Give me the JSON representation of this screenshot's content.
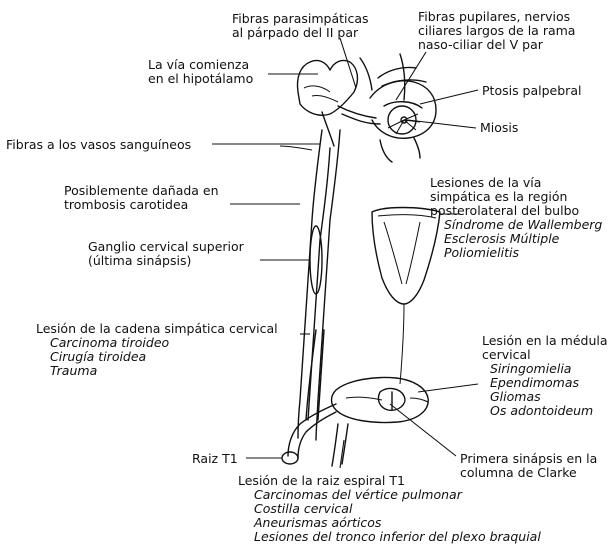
{
  "labels": {
    "parasimpaticas": [
      "Fibras parasimpáticas",
      "al párpado del II par"
    ],
    "pupilares": [
      "Fibras pupilares, nervios",
      "ciliares largos de la rama",
      "naso-ciliar del V par"
    ],
    "hipotalamo": [
      "La vía comienza",
      "en el hipotálamo"
    ],
    "ptosis": "Ptosis palpebral",
    "miosis": "Miosis",
    "vasos": "Fibras a los vasos sanguíneos",
    "carotidea": [
      "Posiblemente dañada en",
      "trombosis carotidea"
    ],
    "bulbo": {
      "lines": [
        "Lesiones de la vía",
        "simpática es la región",
        "posterolateral del bulbo"
      ],
      "items": [
        "Síndrome de Wallemberg",
        "Esclerosis Múltiple",
        "Poliomielitis"
      ]
    },
    "ganglio": [
      "Ganglio cervical superior",
      "(última sinápsis)"
    ],
    "cadena": {
      "title": "Lesión de la cadena simpática cervical",
      "items": [
        "Carcinoma tiroideo",
        "Cirugía tiroidea",
        "Trauma"
      ]
    },
    "medula": {
      "lines": [
        "Lesión en la médula",
        "cervical"
      ],
      "items": [
        "Siringomielia",
        "Ependimomas",
        "Gliomas",
        "Os adontoideum"
      ]
    },
    "raiz": "Raiz T1",
    "clarke": [
      "Primera sinápsis en la",
      "columna de Clarke"
    ],
    "espiral": {
      "title": "Lesión de la raiz espiral T1",
      "items": [
        "Carcinomas del vértice pulmonar",
        "Costilla cervical",
        "Aneurismas aórticos",
        "Lesiones del tronco inferior del plexo braquial"
      ]
    }
  }
}
